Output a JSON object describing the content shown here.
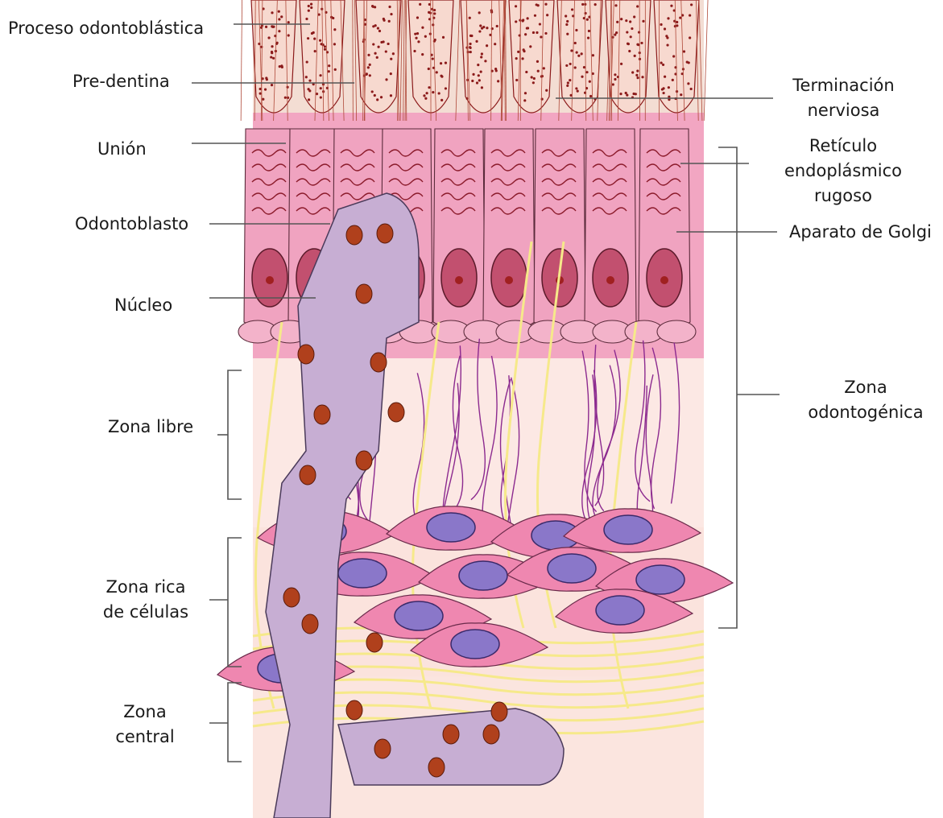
{
  "labels": {
    "proceso": "Proceso odontoblástica",
    "predentina": "Pre-dentina",
    "union": "Unión",
    "odontoblasto": "Odontoblasto",
    "nucleo": "Núcleo",
    "zona_libre": "Zona libre",
    "zona_rica": [
      "Zona rica",
      "de células"
    ],
    "zona_central": [
      "Zona",
      "central"
    ],
    "terminacion": [
      "Terminación",
      "nerviosa"
    ],
    "reticulo": [
      "Retículo",
      "endoplásmico",
      "rugoso"
    ],
    "golgi": "Aparato de Golgi",
    "zona_odontogenica": [
      "Zona",
      "odontogénica"
    ]
  },
  "colors": {
    "dentin_bg": "#f6e2da",
    "dentin_tubule": "#8b1a1a",
    "odontoblast_pink": "#ec8fb2",
    "nucleus": "#c2506f",
    "vessel": "#c7aed3",
    "vessel_nucleus": "#b0401c",
    "fibroblast": "#ef87b0",
    "fibroblast_nucleus": "#8a77c9",
    "nerve": "#f6e98a",
    "fiber": "#8c2a8f",
    "pulp_bg": "#fbe2dc",
    "leader_line": "#555555"
  }
}
